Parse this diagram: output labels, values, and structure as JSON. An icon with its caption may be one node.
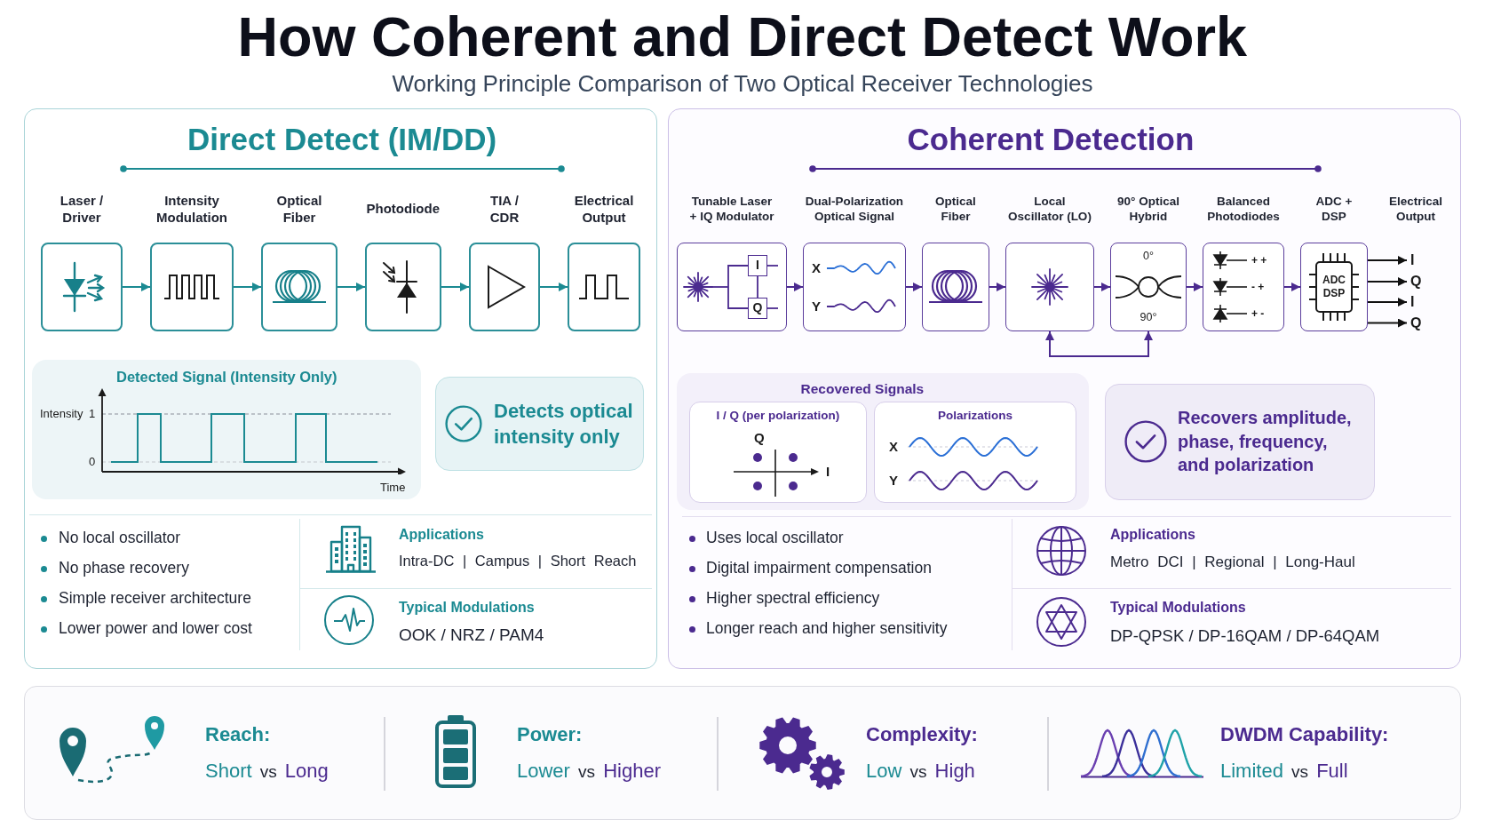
{
  "diagram": {
    "title": "How Coherent and Direct Detect Work",
    "nodes": [
      {
        "text": [
          "Direct Detect (IM/DD)",
          "No local oscillator",
          "No phase recovery",
          "Simple receiver architecture",
          "Lower power and lower cost",
          "Applications",
          "Intra-DC | Campus | Short Reach",
          "Typical Modulations",
          "OOK / NRZ / PAM4"
        ]
      },
      {
        "text": [
          "Laser / Driver"
        ],
        "in": 0
      },
      {
        "text": [
          "Intensity Modulation"
        ],
        "in": 0
      },
      {
        "text": [
          "Optical Fiber"
        ],
        "in": 0
      },
      {
        "text": [
          "Photodiode"
        ],
        "in": 0
      },
      {
        "text": [
          "TIA / CDR"
        ],
        "in": 0
      },
      {
        "text": [
          "Electrical Output"
        ],
        "in": 0
      },
      {
        "text": [
          "Detected Signal (Intensity Only)",
          "Intensity",
          "1",
          "0",
          "Time"
        ],
        "in": 0
      },
      {
        "text": [
          "Detects optical intensity only"
        ],
        "in": 0
      },
      {
        "text": [
          "Coherent Detection",
          "Electrical Output",
          "Uses local oscillator",
          "Digital impairment compensation",
          "Higher spectral efficiency",
          "Longer reach and higher sensitivity",
          "Applications",
          "Metro DCI | Regional | Long-Haul",
          "Typical Modulations",
          "DP-QPSK / DP-16QAM / DP-64QAM"
        ]
      },
      {
        "text": [
          "Tunable Laser + IQ Modulator",
          "I",
          "Q"
        ],
        "in": 9
      },
      {
        "text": [
          "Dual-Polarization Optical Signal",
          "X",
          "Y"
        ],
        "in": 9
      },
      {
        "text": [
          "Optical Fiber"
        ],
        "in": 9
      },
      {
        "text": [
          "Local Oscillator (LO)"
        ],
        "in": 9
      },
      {
        "text": [
          "90° Optical Hybrid",
          "0°",
          "90°"
        ],
        "in": 9
      },
      {
        "text": [
          "Balanced Photodiodes",
          "+ +",
          "- +",
          "+ -"
        ],
        "in": 9
      },
      {
        "text": [
          "ADC + DSP",
          "ADC DSP"
        ],
        "in": 9
      },
      {
        "text": [
          "I"
        ],
        "in": 9
      },
      {
        "text": [
          "Q"
        ],
        "in": 9
      },
      {
        "text": [
          "I"
        ],
        "in": 9
      },
      {
        "text": [
          "Q"
        ],
        "in": 9
      },
      {
        "text": [
          "Recovered Signals"
        ],
        "in": 9
      },
      {
        "text": [
          "I / Q (per polarization)",
          "Q",
          "I"
        ],
        "in": 21
      },
      {
        "text": [
          "Polarizations",
          "X",
          "Y"
        ],
        "in": 21
      },
      {
        "text": [
          "Recovers amplitude, phase, frequency, and polarization"
        ],
        "in": 9
      },
      {
        "text": [
          "Reach:",
          "Short vs Long",
          "Power:",
          "Lower vs Higher",
          "Complexity:",
          "Low vs High",
          "DWDM Capability:",
          "Limited vs Full"
        ]
      }
    ],
    "edges": [
      {
        "from": 1,
        "to": 2,
        "arrow": "to",
        "color": "#1b8a92"
      },
      {
        "from": 2,
        "to": 3,
        "arrow": "to",
        "color": "#1b8a92"
      },
      {
        "from": 3,
        "to": 4,
        "arrow": "to",
        "color": "#1b8a92"
      },
      {
        "from": 4,
        "to": 5,
        "arrow": "to",
        "color": "#1b8a92"
      },
      {
        "from": 5,
        "to": 6,
        "arrow": "to",
        "color": "#1b8a92"
      },
      {
        "from": 10,
        "to": 11,
        "arrow": "to"
      },
      {
        "from": 11,
        "to": 12,
        "arrow": "to"
      },
      {
        "from": 12,
        "to": 13,
        "arrow": "to"
      },
      {
        "from": 13,
        "to": 14,
        "arrow": "to"
      },
      {
        "from": 14,
        "to": 15,
        "arrow": "to"
      },
      {
        "from": 15,
        "to": 16,
        "arrow": "to"
      },
      {
        "from": 13,
        "to": 14,
        "arrow": "both"
      },
      {
        "from": 16,
        "to": 17,
        "arrow": "to",
        "color": "#111111"
      },
      {
        "from": 16,
        "to": 18,
        "arrow": "to",
        "color": "#111111"
      },
      {
        "from": 16,
        "to": 19,
        "arrow": "to",
        "color": "#111111"
      },
      {
        "from": 16,
        "to": 20,
        "arrow": "to",
        "color": "#111111"
      }
    ],
    "labels": [
      "Working Principle Comparison of Two Optical Receiver Technologies"
    ]
  }
}
